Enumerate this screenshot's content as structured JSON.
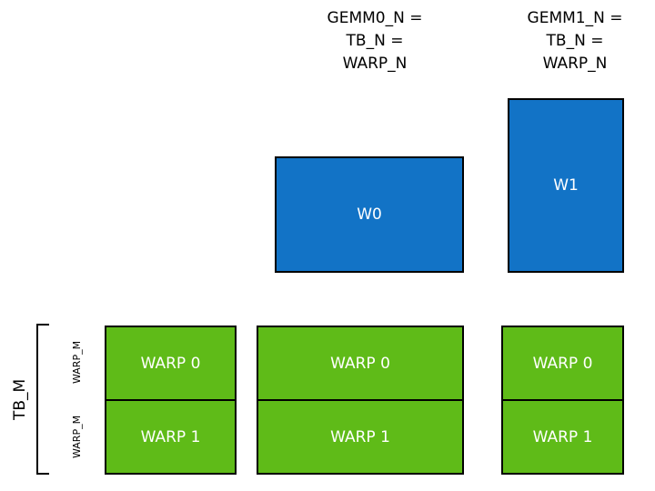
{
  "headers": [
    {
      "text": "GEMM0_N =\nTB_N =\nWARP_N"
    },
    {
      "text": "GEMM1_N =\nTB_N =\nWARP_N"
    }
  ],
  "blue_boxes": [
    {
      "label": "W0"
    },
    {
      "label": "W1"
    }
  ],
  "green_columns": [
    {
      "cells": [
        "WARP 0",
        "WARP 1"
      ]
    },
    {
      "cells": [
        "WARP 0",
        "WARP 1"
      ]
    },
    {
      "cells": [
        "WARP 0",
        "WARP 1"
      ]
    }
  ],
  "axis_labels": {
    "tb_m": "TB_M",
    "warp_m_top": "WARP_M",
    "warp_m_bottom": "WARP_M"
  },
  "colors": {
    "blue": "#1273c6",
    "green": "#5fbb18",
    "outline": "#000000",
    "text_on_fill": "#ffffff",
    "background": "#ffffff"
  }
}
